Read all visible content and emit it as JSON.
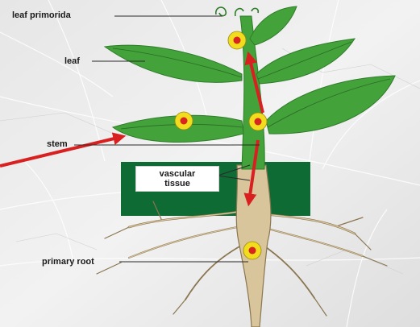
{
  "labels": {
    "leaf_primordia": "leaf primorida",
    "leaf": "leaf",
    "stem": "stem",
    "vascular_tissue_line1": "vascular",
    "vascular_tissue_line2": "tissue",
    "primary_root": "primary root"
  },
  "colors": {
    "leaf_green": "#43a23a",
    "leaf_dark": "#2f7d2a",
    "vascular_panel": "#0e6b34",
    "arrow_red": "#d92020",
    "meristem_yellow": "#f2dc1e",
    "meristem_red": "#d6261f",
    "root_tan": "#d8c59b",
    "root_outline": "#8a7650"
  }
}
